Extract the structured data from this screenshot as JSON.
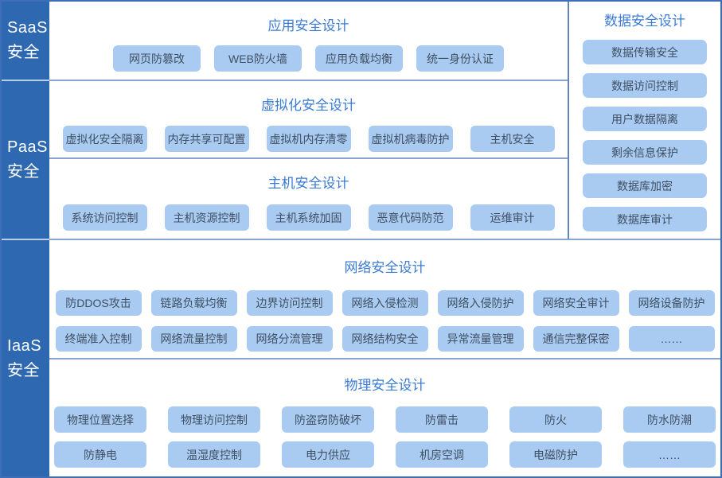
{
  "colors": {
    "sidebar_bg": "#2d68b1",
    "chip_bg": "#a9cbf1",
    "chip_text": "#3f4f63",
    "title_text": "#3a7bd5",
    "outer_border": "#3f6db6",
    "divider": "#87a5d2"
  },
  "sidebar": {
    "saas": {
      "line1": "SaaS",
      "line2": "安全"
    },
    "paas": {
      "line1": "PaaS",
      "line2": "安全"
    },
    "iaas": {
      "line1": "IaaS",
      "line2": "安全"
    }
  },
  "sections": {
    "application": {
      "title": "应用安全设计",
      "buttons": [
        "网页防篡改",
        "WEB防火墙",
        "应用负载均衡",
        "统一身份认证"
      ]
    },
    "virtualization": {
      "title": "虚拟化安全设计",
      "buttons": [
        "虚拟化安全隔离",
        "内存共享可配置",
        "虚拟机内存清零",
        "虚拟机病毒防护",
        "主机安全"
      ]
    },
    "host": {
      "title": "主机安全设计",
      "buttons": [
        "系统访问控制",
        "主机资源控制",
        "主机系统加固",
        "恶意代码防范",
        "运维审计"
      ]
    },
    "data": {
      "title": "数据安全设计",
      "buttons": [
        "数据传输安全",
        "数据访问控制",
        "用户数据隔离",
        "剩余信息保护",
        "数据库加密",
        "数据库审计"
      ]
    },
    "network": {
      "title": "网络安全设计",
      "buttons": [
        "防DDOS攻击",
        "链路负载均衡",
        "边界访问控制",
        "网络入侵检测",
        "网络入侵防护",
        "网络安全审计",
        "网络设备防护",
        "终端准入控制",
        "网络流量控制",
        "网络分流管理",
        "网络结构安全",
        "异常流量管理",
        "通信完整保密",
        "……"
      ]
    },
    "physical": {
      "title": "物理安全设计",
      "buttons": [
        "物理位置选择",
        "物理访问控制",
        "防盗窃防破坏",
        "防雷击",
        "防火",
        "防水防潮",
        "防静电",
        "温湿度控制",
        "电力供应",
        "机房空调",
        "电磁防护",
        "……"
      ]
    }
  }
}
